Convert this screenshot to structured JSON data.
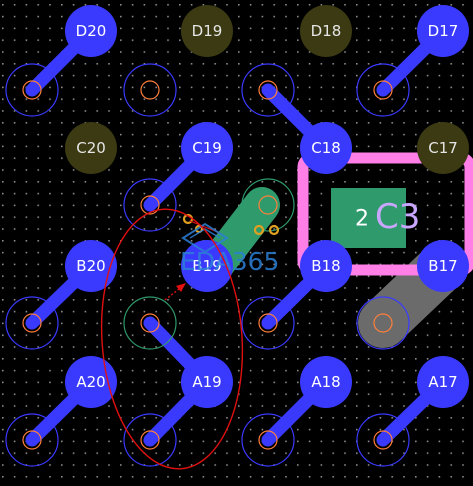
{
  "colors": {
    "background": "#000000",
    "grid_dot": "#7a7a7a",
    "pad_active": "#3a3aff",
    "pad_inactive": "#3b3a12",
    "track": "#3a3aff",
    "highlight_track": "#6b6b6b",
    "silkscreen": "#ff7fe6",
    "component_fill": "#2f9a6c",
    "drill_ring": "#ff7f3a",
    "via_gold": "#e0a020",
    "annotation": "#e01010",
    "logo": "#2b7fd6"
  },
  "pads": [
    {
      "label": "D20",
      "state": "active"
    },
    {
      "label": "D19",
      "state": "inactive"
    },
    {
      "label": "D18",
      "state": "inactive"
    },
    {
      "label": "D17",
      "state": "active"
    },
    {
      "label": "C20",
      "state": "inactive"
    },
    {
      "label": "C19",
      "state": "active"
    },
    {
      "label": "C18",
      "state": "active"
    },
    {
      "label": "C17",
      "state": "inactive"
    },
    {
      "label": "B20",
      "state": "active"
    },
    {
      "label": "B19",
      "state": "active"
    },
    {
      "label": "B18",
      "state": "active"
    },
    {
      "label": "B17",
      "state": "active"
    },
    {
      "label": "A20",
      "state": "active"
    },
    {
      "label": "A19",
      "state": "active"
    },
    {
      "label": "A18",
      "state": "active"
    },
    {
      "label": "A17",
      "state": "active"
    }
  ],
  "component": {
    "pin_label": "2",
    "designator": "C3"
  },
  "watermark": {
    "text": "EDA365"
  }
}
